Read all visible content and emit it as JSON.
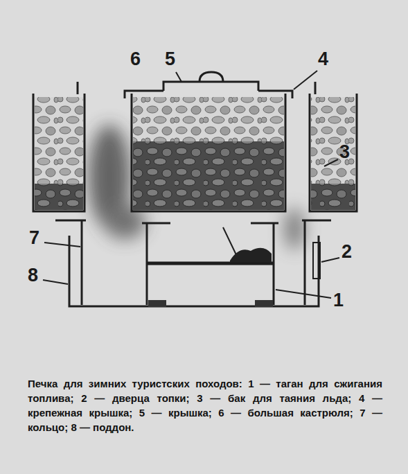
{
  "diagram": {
    "caption": "Печка для зимних туристских походов: 1 — таган для сжигания топлива; 2 — дверца топки; 3 — бак для таяния льда; 4 — крепежная крышка; 5 — крышка; 6 — большая кастрюля; 7 — кольцо; 8 — поддон.",
    "labels": [
      "6",
      "5",
      "4",
      "3",
      "7",
      "2",
      "8",
      "1"
    ]
  }
}
